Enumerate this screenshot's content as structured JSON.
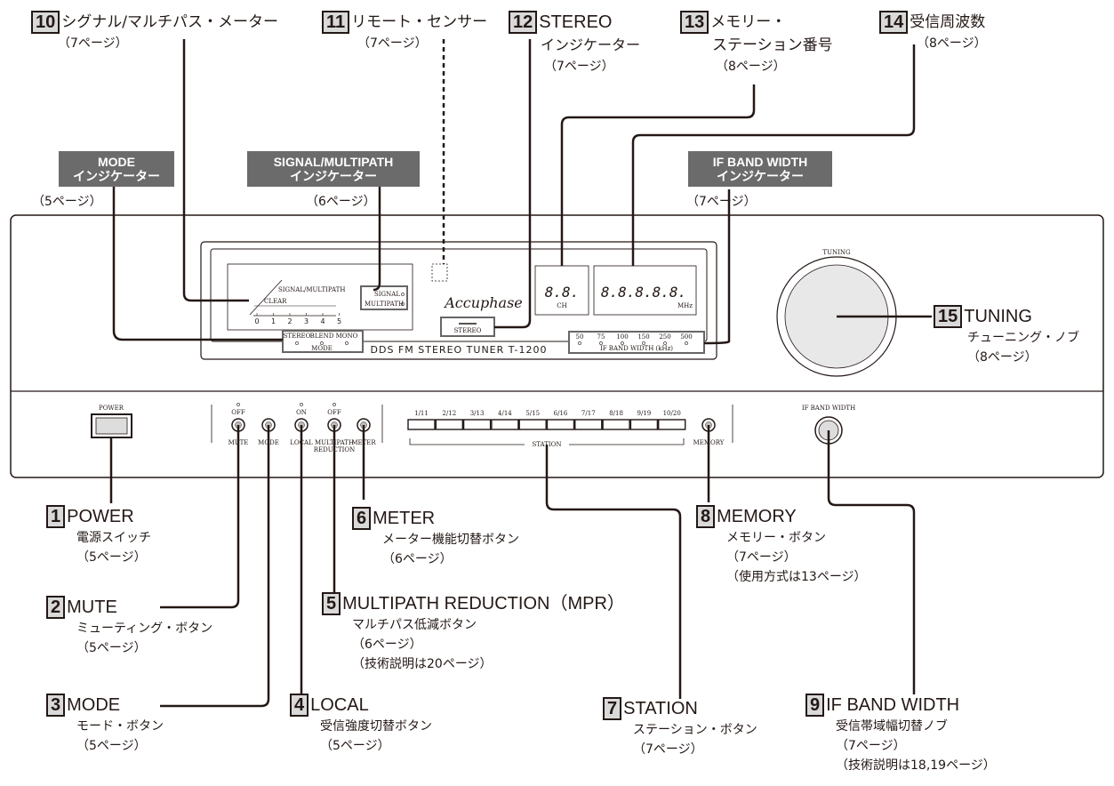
{
  "callouts": {
    "c1": {
      "num": "1",
      "title": "POWER",
      "sub": [
        "電源スイッチ",
        "（5ページ）"
      ]
    },
    "c2": {
      "num": "2",
      "title": "MUTE",
      "sub": [
        "ミューティング・ボタン",
        "（5ページ）"
      ]
    },
    "c3": {
      "num": "3",
      "title": "MODE",
      "sub": [
        "モード・ボタン",
        "（5ページ）"
      ]
    },
    "c4": {
      "num": "4",
      "title": "LOCAL",
      "sub": [
        "受信強度切替ボタン",
        "（5ページ）"
      ]
    },
    "c5": {
      "num": "5",
      "title": "MULTIPATH REDUCTION（MPR）",
      "sub": [
        "マルチパス低減ボタン",
        "（6ページ）",
        "（技術説明は20ページ）"
      ]
    },
    "c6": {
      "num": "6",
      "title": "METER",
      "sub": [
        "メーター機能切替ボタン",
        "（6ページ）"
      ]
    },
    "c7": {
      "num": "7",
      "title": "STATION",
      "sub": [
        "ステーション・ボタン",
        "（7ページ）"
      ]
    },
    "c8": {
      "num": "8",
      "title": "MEMORY",
      "sub": [
        "メモリー・ボタン",
        "（7ページ）",
        "（使用方式は13ページ）"
      ]
    },
    "c9": {
      "num": "9",
      "title": "IF BAND WIDTH",
      "sub": [
        "受信帯域幅切替ノブ",
        "（7ページ）",
        "（技術説明は18,19ページ）"
      ]
    },
    "c10": {
      "num": "10",
      "title": "シグナル/マルチパス・メーター",
      "sub": [
        "（7ページ）"
      ]
    },
    "c11": {
      "num": "11",
      "title": "リモート・センサー",
      "sub": [
        "（7ページ）"
      ]
    },
    "c12": {
      "num": "12",
      "title": "STEREO",
      "sub": [
        "インジケーター",
        "（7ページ）"
      ]
    },
    "c13": {
      "num": "13",
      "title": "メモリー・",
      "sub": [
        "ステーション番号",
        "（8ページ）"
      ]
    },
    "c14": {
      "num": "14",
      "title": "受信周波数",
      "sub": [
        "（8ページ）"
      ]
    },
    "c15": {
      "num": "15",
      "title": "TUNING",
      "sub": [
        "チューニング・ノブ",
        "（8ページ）"
      ]
    }
  },
  "indicators": {
    "mode": {
      "line1": "MODE",
      "line2": "インジケーター",
      "page": "（5ページ）"
    },
    "signal": {
      "line1": "SIGNAL/MULTIPATH",
      "line2": "インジケーター",
      "page": "（6ページ）"
    },
    "ifbw": {
      "line1": "IF BAND WIDTH",
      "line2": "インジケーター",
      "page": "（7ページ）"
    }
  },
  "device": {
    "brand": "Accuphase",
    "model": "DDS FM STEREO TUNER T-1200",
    "tuning_label": "TUNING",
    "power_label": "POWER",
    "ifbw_label": "IF BAND WIDTH",
    "memory_label": "MEMORY",
    "station_label": "STATION",
    "stereo_label": "STEREO",
    "meter_title": "SIGNAL/MULTIPATH",
    "meter_clear": "CLEAR",
    "meter_scale": [
      "0",
      "1",
      "2",
      "3",
      "4",
      "5"
    ],
    "signal_led": "SIGNAL",
    "multipath_led": "MULTIPATH",
    "mode_leds": [
      "STEREO",
      "BLEND",
      "MONO"
    ],
    "mode_caption": "MODE",
    "ch_display": "8.8.",
    "ch_label": "CH",
    "freq_display": "8.8.8.8.8.",
    "freq_unit": "MHz",
    "ifbw_values": [
      "50",
      "75",
      "100",
      "150",
      "250",
      "500"
    ],
    "ifbw_caption": "IF BAND WIDTH (kHz)",
    "buttons": [
      {
        "label": "MUTE",
        "state": "OFF"
      },
      {
        "label": "MODE",
        "state": ""
      },
      {
        "label": "LOCAL",
        "state": "ON"
      },
      {
        "label": "MULTIPATH REDUCTION",
        "state": "OFF"
      },
      {
        "label": "METER",
        "state": ""
      }
    ],
    "stations": [
      "1/11",
      "2/12",
      "3/13",
      "4/14",
      "5/15",
      "6/16",
      "7/17",
      "8/18",
      "9/19",
      "10/20"
    ]
  }
}
